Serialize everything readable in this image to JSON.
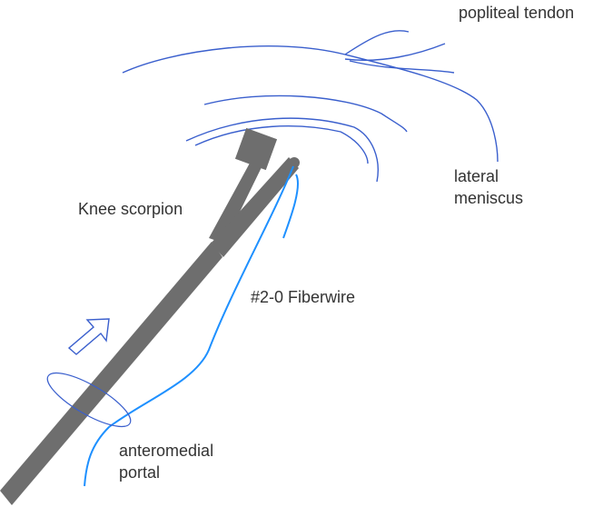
{
  "labels": {
    "popliteal_tendon": "popliteal tendon",
    "lateral": "lateral",
    "meniscus": "meniscus",
    "knee_scorpion": "Knee scorpion",
    "fiberwire": "#2-0 Fiberwire",
    "anteromedial": "anteromedial",
    "portal": "portal"
  },
  "colors": {
    "anatomy_line": "#3a5fcd",
    "instrument": "#6e6e6e",
    "suture": "#1e90ff",
    "arrow_outline": "#3a5fcd",
    "text": "#333333"
  },
  "icons": {
    "direction_arrow": "arrow-up-right-outline-icon"
  }
}
